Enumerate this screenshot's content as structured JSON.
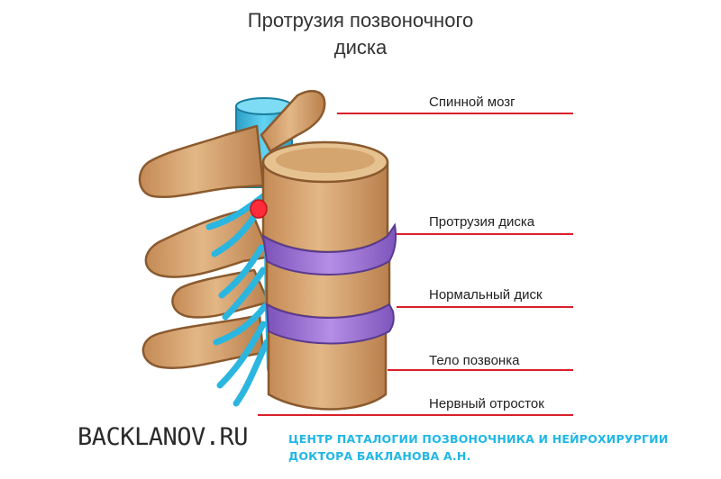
{
  "title": {
    "line1": "Протрузия позвоночного",
    "line2": "диска"
  },
  "labels": [
    {
      "id": "spinal-cord",
      "text": "Спинной мозг"
    },
    {
      "id": "disc-protrusion",
      "text": "Протрузия диска"
    },
    {
      "id": "normal-disc",
      "text": "Нормальный диск"
    },
    {
      "id": "vertebral-body",
      "text": "Тело позвонка"
    },
    {
      "id": "nerve-root",
      "text": "Нервный отросток"
    }
  ],
  "footer": {
    "site": "BACKLANOV.RU",
    "org_line1": "ЦЕНТР ПАТАЛОГИИ ПОЗВОНОЧНИКА И НЕЙРОХИРУРГИИ",
    "org_line2": "ДОКТОРА БАКЛАНОВА А.Н."
  },
  "colors": {
    "bone": "#d9a773",
    "bone_dark": "#a56b3c",
    "disc": "#9a6fd0",
    "nerve": "#2bb6e0",
    "protrusion": "#ff2a3a",
    "leader": "#d9202a",
    "org_text": "#21b7e6"
  }
}
